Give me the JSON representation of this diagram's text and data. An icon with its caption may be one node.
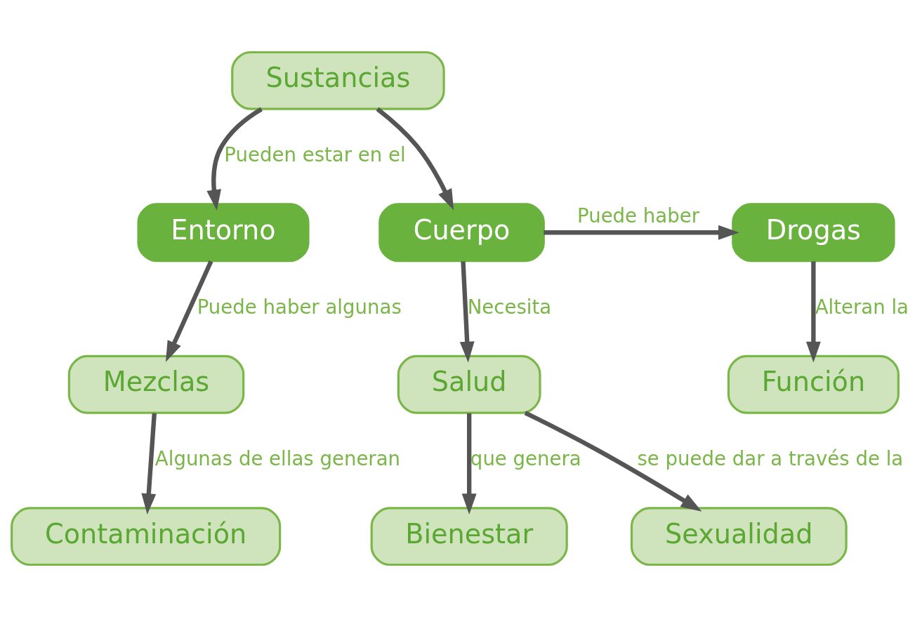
{
  "diagram": {
    "nodes": [
      {
        "text": [
          "Entorno"
        ]
      },
      {
        "text": [
          "Cuerpo"
        ]
      },
      {
        "text": [
          "Drogas"
        ]
      },
      {
        "text": [
          "Mezclas"
        ]
      },
      {
        "text": [
          "Sustancias"
        ]
      },
      {
        "text": [
          "Función"
        ]
      },
      {
        "text": [
          "Contaminación"
        ]
      },
      {
        "text": [
          "Salud"
        ]
      },
      {
        "text": [
          "Bienestar"
        ]
      },
      {
        "text": [
          "Sexualidad"
        ]
      }
    ],
    "edges": [
      {
        "from": 0,
        "to": 3,
        "arrow": "to",
        "label": "Puede haber algunas"
      },
      {
        "from": 4,
        "to": 0,
        "arrow": "to",
        "label": "Pueden estar en el"
      },
      {
        "from": 4,
        "to": 1,
        "arrow": "to"
      },
      {
        "from": 1,
        "to": 2,
        "arrow": "to",
        "label": "Puede haber"
      },
      {
        "from": 2,
        "to": 5,
        "arrow": "to",
        "label": "Alteran la"
      },
      {
        "from": 1,
        "to": 7,
        "arrow": "to",
        "label": "Necesita"
      },
      {
        "from": 3,
        "to": 6,
        "arrow": "to",
        "label": "Algunas de ellas generan"
      },
      {
        "from": 7,
        "to": 8,
        "arrow": "to",
        "label": "que genera"
      },
      {
        "from": 7,
        "to": 9,
        "arrow": "to",
        "label": "se puede dar a través de la"
      }
    ]
  }
}
